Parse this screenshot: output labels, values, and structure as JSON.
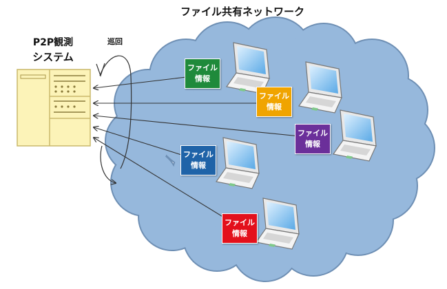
{
  "title": "ファイル共有ネットワーク",
  "system": {
    "label_line1": "P2P観測",
    "label_line2": "システム"
  },
  "cycle_label": "巡回",
  "nodes": [
    {
      "line1": "ファイル",
      "line2": "情報",
      "color": "#1f8a3b"
    },
    {
      "line1": "ファイル",
      "line2": "情報",
      "color": "#f0a400"
    },
    {
      "line1": "ファイル",
      "line2": "情報",
      "color": "#6b2f9a"
    },
    {
      "line1": "ファイル",
      "line2": "情報",
      "color": "#1f63a8"
    },
    {
      "line1": "ファイル",
      "line2": "情報",
      "color": "#e3101c"
    }
  ],
  "colors": {
    "cloud_fill": "#96b8dc",
    "cloud_stroke": "#6e8fb4",
    "server_fill": "#fcf3b8",
    "server_stroke": "#c9b86a"
  }
}
